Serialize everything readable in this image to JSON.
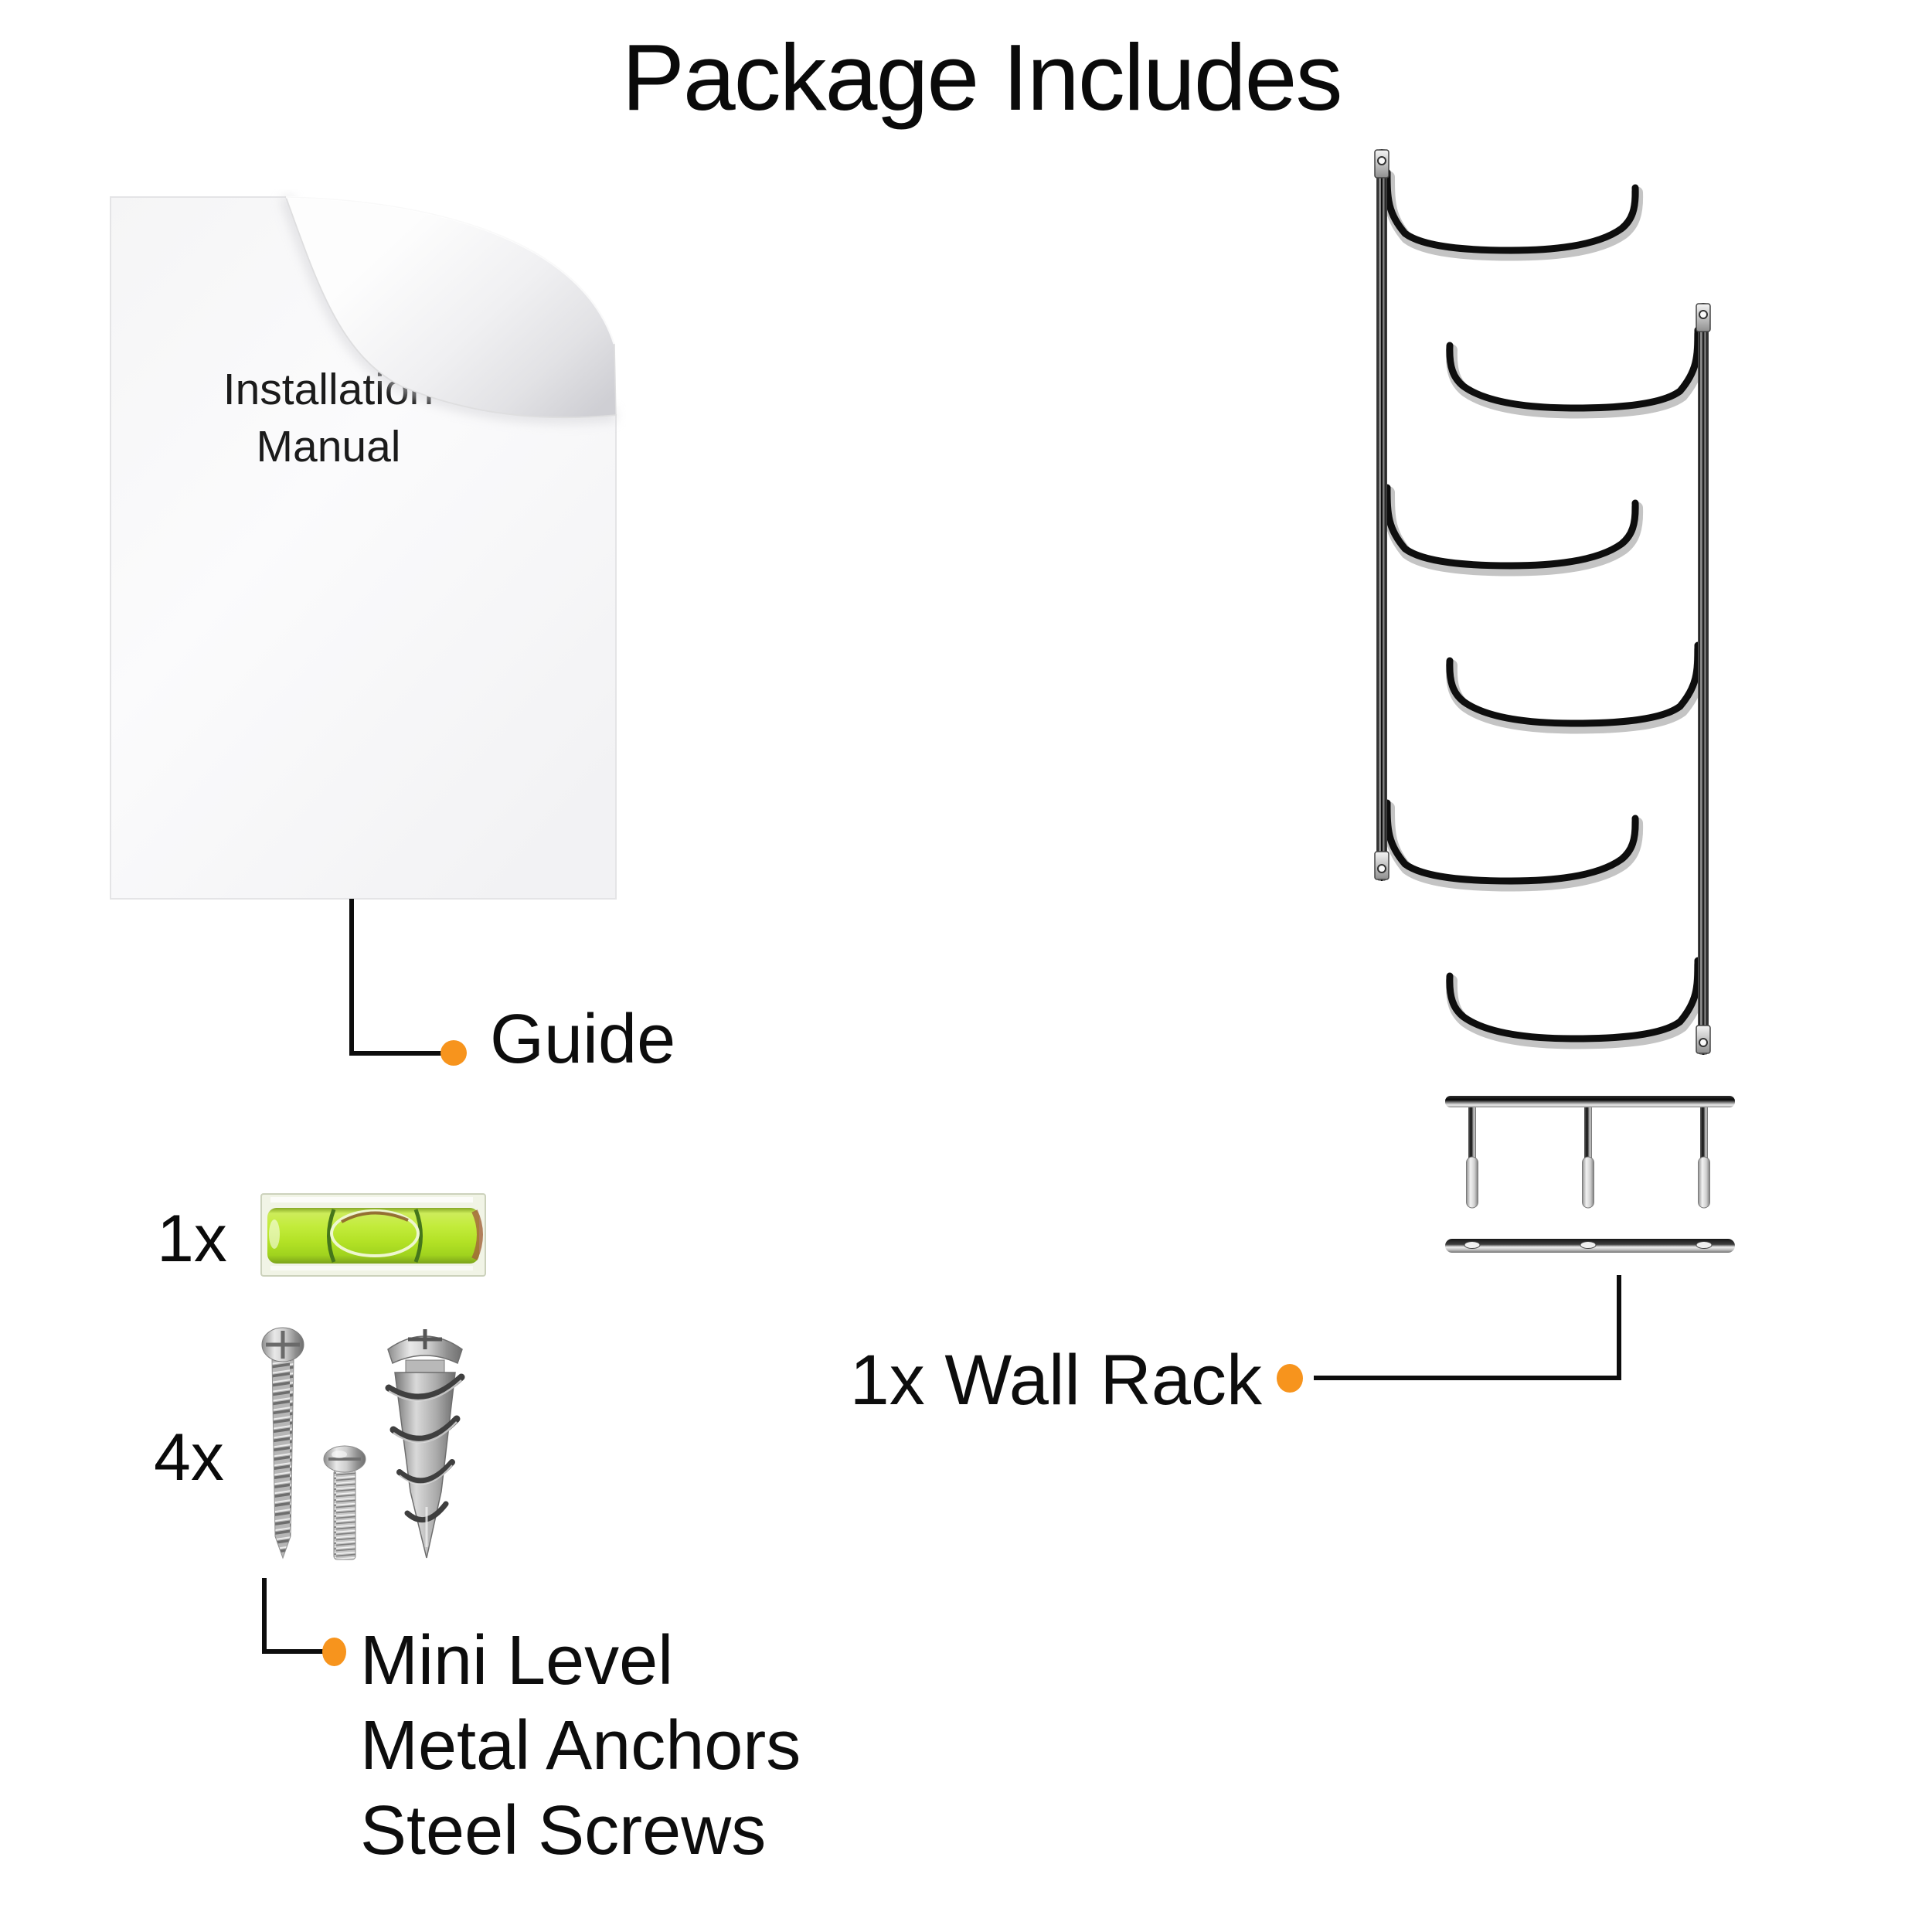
{
  "title": "Package Includes",
  "colors": {
    "accent": "#F7941D",
    "line": "#0D0D0D",
    "text": "#111111",
    "level_green": "#B5E232",
    "chrome_dark": "#0E0E0E",
    "chrome_light": "#C4C4C4"
  },
  "manual": {
    "title_line1": "Installation",
    "title_line2": "Manual",
    "callout": "Guide"
  },
  "hardware": {
    "level_qty": "1x",
    "fastener_qty": "4x",
    "callout_lines": [
      "Mini Level",
      "Metal Anchors",
      "Steel Screws"
    ]
  },
  "rack": {
    "callout": "1x Wall Rack"
  },
  "graphics": [
    "installation-manual-graphic",
    "mini-level-graphic",
    "long-screw-graphic",
    "machine-screw-graphic",
    "metal-anchor-graphic",
    "wall-rack-graphic",
    "hook-rail-graphic"
  ]
}
